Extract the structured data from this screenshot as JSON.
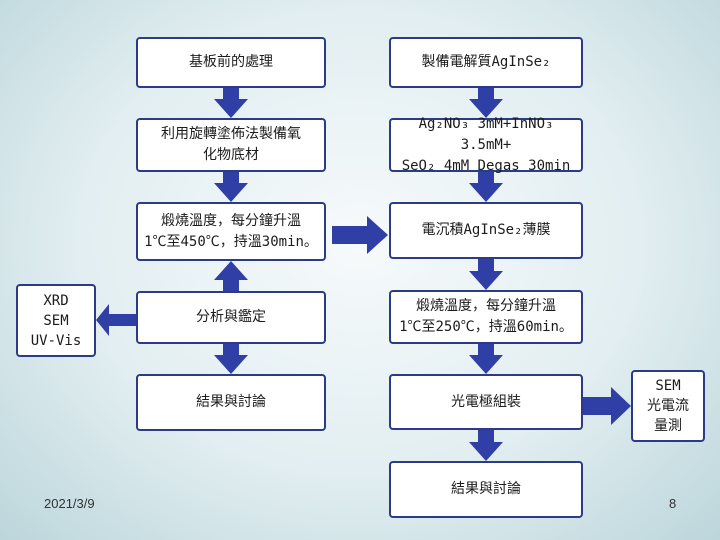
{
  "flowchart": {
    "left_column": [
      "基板前的處理",
      "利用旋轉塗佈法製備氧\n化物底材",
      "煅燒溫度，每分鐘升溫\n1℃至450℃，持溫30min。",
      "分析與鑑定",
      "結果與討論"
    ],
    "right_column": [
      "製備電解質AgInSe₂",
      "Ag₂NO₃ 3mM+InNO₃ 3.5mM+\nSeO₂ 4mM Degas 30min",
      "電沉積AgInSe₂薄膜",
      "煅燒溫度，每分鐘升溫\n1℃至250℃，持溫60min。",
      "光電極組裝",
      "結果與討論"
    ],
    "side_left": "XRD\nSEM\nUV-Vis",
    "side_right": "SEM\n光電流\n量測"
  },
  "footer": {
    "date": "2021/3/9",
    "page": "8"
  },
  "colors": {
    "box_border": "#2c3b86",
    "arrow_fill": "#2f3fa6",
    "background": "#dbe9ec"
  }
}
